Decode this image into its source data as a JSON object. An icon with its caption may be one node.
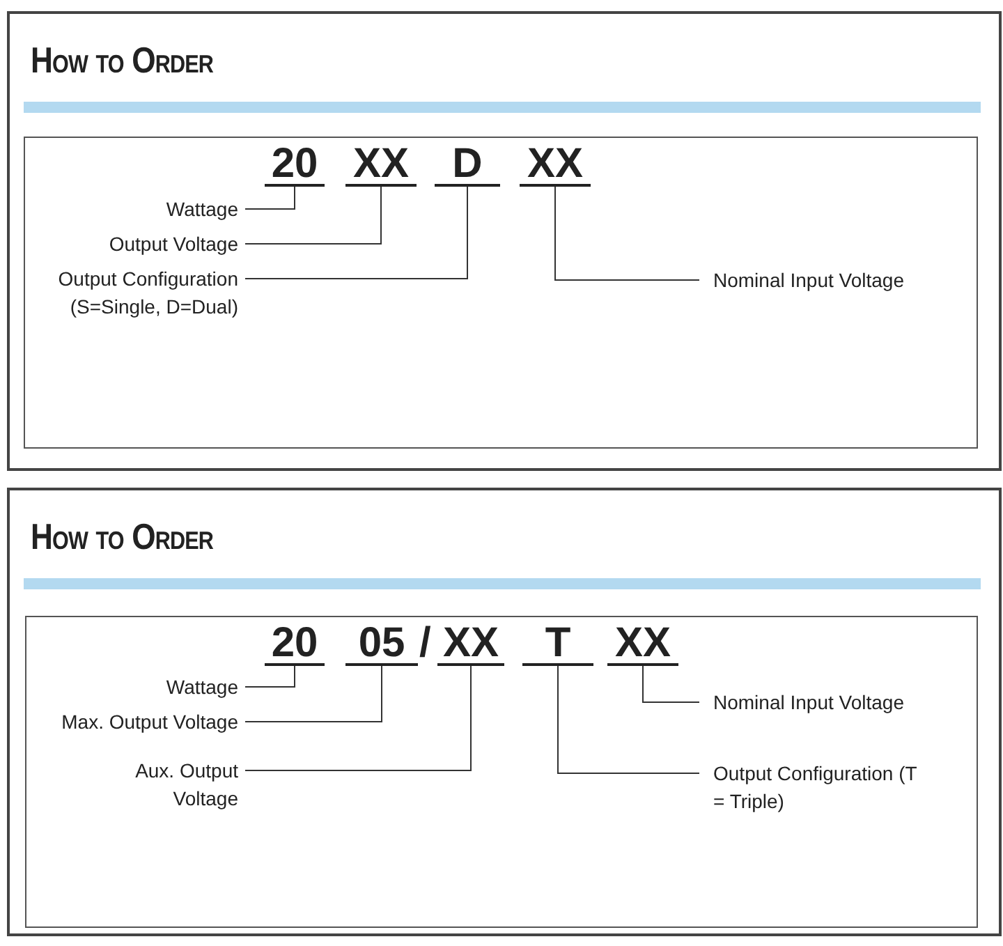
{
  "diagram": {
    "nodes": [
      {
        "text": [
          "How to Order"
        ]
      },
      {
        "text": [],
        "shape": "box",
        "in": 0
      },
      {
        "text": [
          "20"
        ],
        "in": 1
      },
      {
        "text": [
          "XX"
        ],
        "in": 1
      },
      {
        "text": [
          "D"
        ],
        "in": 1
      },
      {
        "text": [
          "XX"
        ],
        "in": 1
      },
      {
        "text": [
          "Wattage"
        ],
        "in": 1
      },
      {
        "text": [
          "Output Voltage"
        ],
        "in": 1
      },
      {
        "text": [
          "Output Configuration (S=Single, D=Dual)"
        ],
        "in": 1
      },
      {
        "text": [
          "Nominal Input Voltage"
        ],
        "in": 1
      },
      {
        "text": [
          "How to Order"
        ]
      },
      {
        "text": [],
        "shape": "box",
        "in": 10
      },
      {
        "text": [
          "20"
        ],
        "in": 11
      },
      {
        "text": [
          "05"
        ],
        "in": 11
      },
      {
        "text": [
          "XX"
        ],
        "in": 11
      },
      {
        "text": [
          "T"
        ],
        "in": 11
      },
      {
        "text": [
          "XX"
        ],
        "in": 11
      },
      {
        "text": [
          "Wattage"
        ],
        "in": 11
      },
      {
        "text": [
          "Max. Output Voltage"
        ],
        "in": 11
      },
      {
        "text": [
          "Aux. Output Voltage"
        ],
        "in": 11
      },
      {
        "text": [
          "Nominal Input Voltage"
        ],
        "in": 11
      },
      {
        "text": [
          "Output Configuration (T = Triple)"
        ],
        "in": 11
      }
    ],
    "edges": [
      {
        "from": 6,
        "to": 2,
        "arrow": "none"
      },
      {
        "from": 7,
        "to": 3,
        "arrow": "none"
      },
      {
        "from": 8,
        "to": 4,
        "arrow": "none"
      },
      {
        "from": 9,
        "to": 5,
        "arrow": "none"
      },
      {
        "from": 17,
        "to": 12,
        "arrow": "none"
      },
      {
        "from": 18,
        "to": 13,
        "arrow": "none"
      },
      {
        "from": 19,
        "to": 14,
        "arrow": "none"
      },
      {
        "from": 20,
        "to": 16,
        "arrow": "none"
      },
      {
        "from": 21,
        "to": 15,
        "arrow": "none"
      }
    ],
    "labels": [
      "/"
    ]
  }
}
